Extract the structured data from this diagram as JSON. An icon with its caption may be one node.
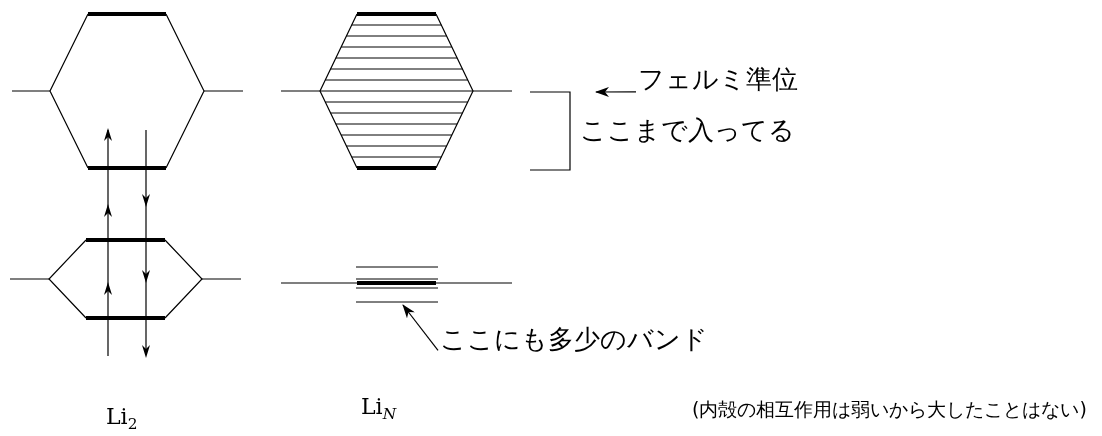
{
  "diagram": {
    "nodes": [
      {
        "text": [
          "フェルミ準位"
        ]
      },
      {
        "text": [],
        "shape": "bar"
      },
      {
        "text": [
          "ここにも多少のバンド"
        ]
      }
    ],
    "edges": [
      {
        "from": 0,
        "to": null,
        "arrow": "to"
      },
      {
        "from": 2,
        "to": 1,
        "arrow": "to"
      }
    ],
    "labels": [
      "ここまで入ってる",
      "Li$_{2}$",
      "Li$_{N}$",
      "(内殻の相互作用は弱いから大したことはない)"
    ]
  }
}
